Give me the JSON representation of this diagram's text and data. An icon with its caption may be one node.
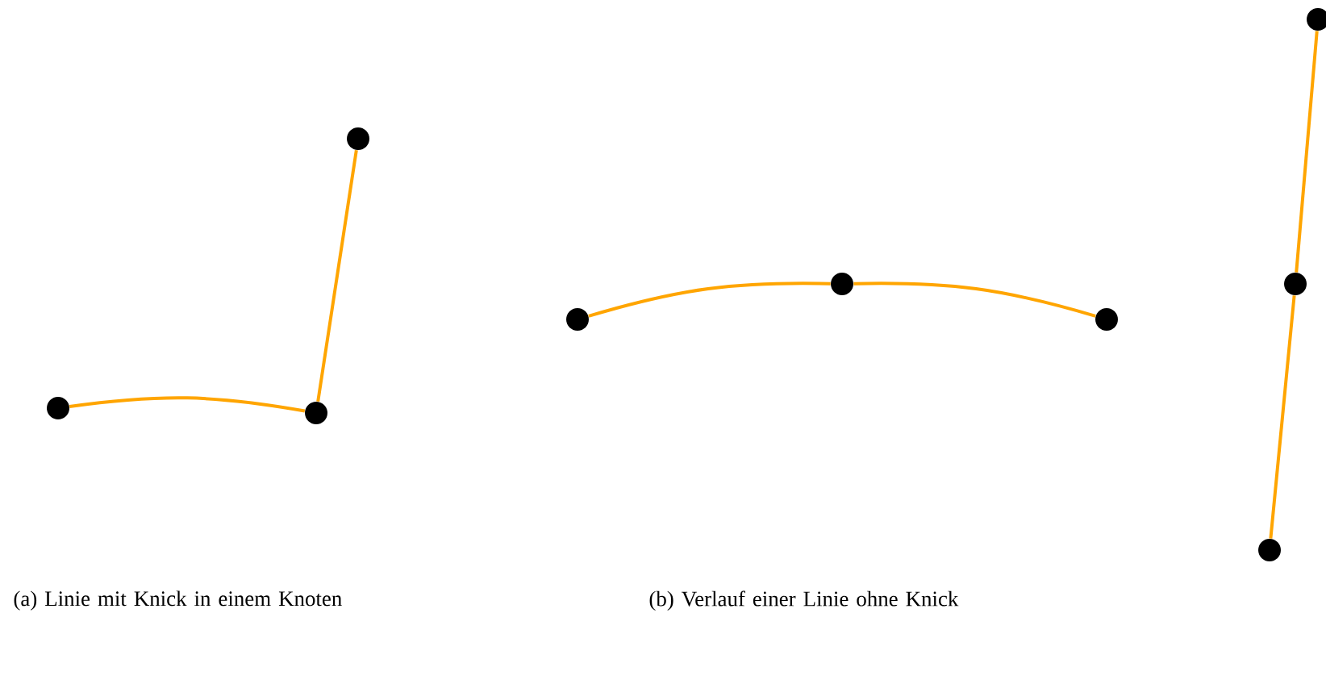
{
  "diagram": {
    "nodes": [
      {
        "text": [],
        "shape": "circle"
      },
      {
        "text": [],
        "shape": "circle"
      },
      {
        "text": [],
        "shape": "circle"
      },
      {
        "text": [],
        "shape": "circle"
      },
      {
        "text": [],
        "shape": "circle"
      },
      {
        "text": [],
        "shape": "circle"
      },
      {
        "text": [],
        "shape": "circle"
      },
      {
        "text": [],
        "shape": "circle"
      },
      {
        "text": [],
        "shape": "circle"
      }
    ],
    "edges": [
      {
        "from": 0,
        "to": 1,
        "arrow": "none"
      },
      {
        "from": 1,
        "to": 2,
        "arrow": "none"
      },
      {
        "from": 3,
        "to": 4,
        "arrow": "none"
      },
      {
        "from": 4,
        "to": 5,
        "arrow": "none"
      },
      {
        "from": 6,
        "to": 7,
        "arrow": "none"
      },
      {
        "from": 7,
        "to": 8,
        "arrow": "none"
      }
    ],
    "labels": [
      "(a) Linie mit Knick in einem Knoten",
      "(b) Verlauf einer Linie ohne Knick"
    ]
  }
}
